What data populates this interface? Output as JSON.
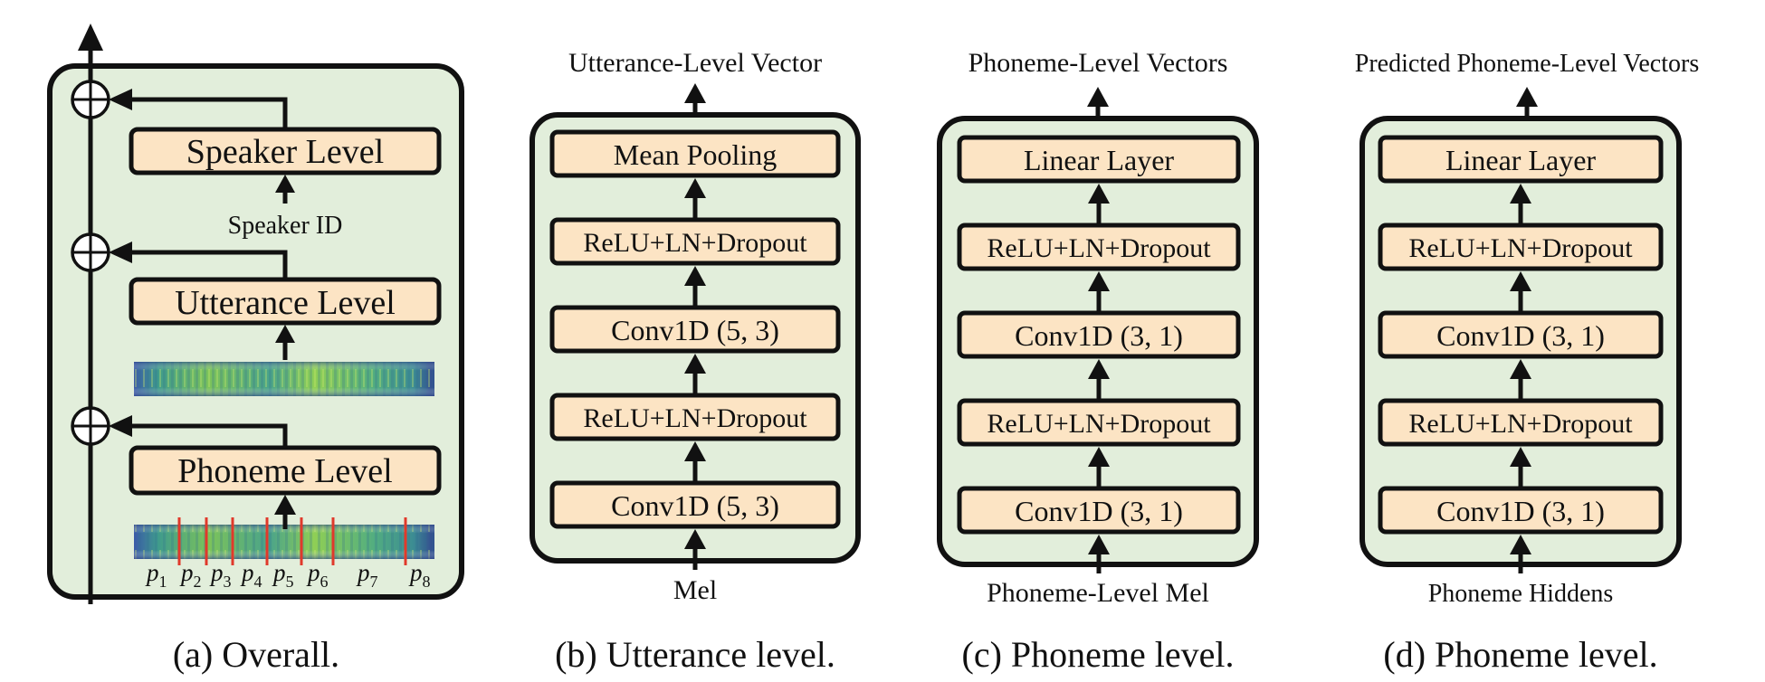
{
  "colors": {
    "panel_fill": "#e2eedb",
    "block_fill": "#fce4c4",
    "outline": "#111111",
    "segment_line": "#e0392b"
  },
  "panels": {
    "overall": {
      "caption": "(a) Overall.",
      "blocks": {
        "speaker": "Speaker Level",
        "utterance": "Utterance Level",
        "phoneme": "Phoneme Level"
      },
      "speaker_input": "Speaker ID",
      "add_icon": "circle-plus-icon",
      "mel_icon": "mel-spectrogram-image",
      "phoneme_markers": [
        {
          "base": "p",
          "sub": "1"
        },
        {
          "base": "p",
          "sub": "2"
        },
        {
          "base": "p",
          "sub": "3"
        },
        {
          "base": "p",
          "sub": "4"
        },
        {
          "base": "p",
          "sub": "5"
        },
        {
          "base": "p",
          "sub": "6"
        },
        {
          "base": "p",
          "sub": "7"
        },
        {
          "base": "p",
          "sub": "8"
        }
      ]
    },
    "utterance": {
      "caption": "(b) Utterance level.",
      "output": "Utterance-Level Vector",
      "input": "Mel",
      "blocks": [
        "Mean Pooling",
        "ReLU+LN+Dropout",
        "Conv1D (5, 3)",
        "ReLU+LN+Dropout",
        "Conv1D (5, 3)"
      ]
    },
    "phoneme_c": {
      "caption": "(c) Phoneme level.",
      "output": "Phoneme-Level Vectors",
      "input": "Phoneme-Level Mel",
      "blocks": [
        "Linear Layer",
        "ReLU+LN+Dropout",
        "Conv1D (3, 1)",
        "ReLU+LN+Dropout",
        "Conv1D (3, 1)"
      ]
    },
    "phoneme_d": {
      "caption": "(d) Phoneme level.",
      "output": "Predicted Phoneme-Level Vectors",
      "input": "Phoneme Hiddens",
      "blocks": [
        "Linear Layer",
        "ReLU+LN+Dropout",
        "Conv1D (3, 1)",
        "ReLU+LN+Dropout",
        "Conv1D (3, 1)"
      ]
    }
  }
}
